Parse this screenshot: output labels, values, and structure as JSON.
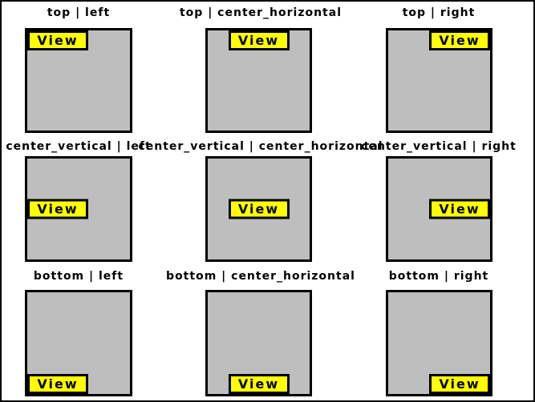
{
  "colors": {
    "page_bg": "#ffffff",
    "page_border": "#000000",
    "container_fill": "#bebebe",
    "container_border": "#000000",
    "button_fill": "#ffff00",
    "button_border": "#000000",
    "label_text": "#000000"
  },
  "button": {
    "label": "View"
  },
  "cells": [
    {
      "label": "top | left",
      "gravity_vertical": "top",
      "gravity_horizontal": "left"
    },
    {
      "label": "top | center_horizontal",
      "gravity_vertical": "top",
      "gravity_horizontal": "center_horizontal"
    },
    {
      "label": "top | right",
      "gravity_vertical": "top",
      "gravity_horizontal": "right"
    },
    {
      "label": "center_vertical | left",
      "gravity_vertical": "center_vertical",
      "gravity_horizontal": "left"
    },
    {
      "label": "center_vertical | center_horizontal",
      "gravity_vertical": "center_vertical",
      "gravity_horizontal": "center_horizontal"
    },
    {
      "label": "center_vertical | right",
      "gravity_vertical": "center_vertical",
      "gravity_horizontal": "right"
    },
    {
      "label": "bottom | left",
      "gravity_vertical": "bottom",
      "gravity_horizontal": "left"
    },
    {
      "label": "bottom | center_horizontal",
      "gravity_vertical": "bottom",
      "gravity_horizontal": "center_horizontal"
    },
    {
      "label": "bottom | right",
      "gravity_vertical": "bottom",
      "gravity_horizontal": "right"
    }
  ]
}
